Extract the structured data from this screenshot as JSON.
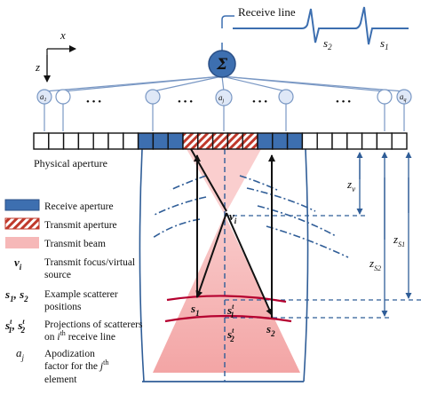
{
  "receive_line": {
    "label": "Receive line",
    "pulse1": "s",
    "pulse1_sub": "2",
    "pulse2": "s",
    "pulse2_sub": "1"
  },
  "axes": {
    "x": "x",
    "z": "z"
  },
  "summation": {
    "symbol": "Σ"
  },
  "apodization": {
    "first": "a",
    "first_sub": "1",
    "middle": "a",
    "middle_sub": "j",
    "last": "a",
    "last_sub": "q",
    "dots": "• • •"
  },
  "aperture": {
    "label": "Physical aperture"
  },
  "legend": {
    "receive": "Receive aperture",
    "transmit": "Transmit aperture",
    "beam": "Transmit beam",
    "vi_sym": "v",
    "vi_sub": "i",
    "vi_line1": "Transmit focus/virtual",
    "vi_line2": "source",
    "s_sym": "s",
    "s_sub1": "1",
    "s_sep": ", ",
    "s_sub2": "2",
    "s_line1": "Example scatterer",
    "s_line2": "positions",
    "sp_sym": "s",
    "sp_sup": "t",
    "sp_sub1": "1",
    "sp_sub2": "2",
    "sp_line1": "Projections of scatterers",
    "sp_line2_pre": "on ",
    "sp_line2_i": "i",
    "sp_line2_th": "th",
    "sp_line2_post": " receive line",
    "aj_sym": "a",
    "aj_sub": "j",
    "aj_line1": "Apodization",
    "aj_line2": "factor for the ",
    "aj_line2_j": "j",
    "aj_line2_th": "th",
    "aj_line3": "element"
  },
  "points": {
    "v": "v",
    "v_sub": "i",
    "s1": "s",
    "s1_sub": "1",
    "s2": "s",
    "s2_sub": "2",
    "s1p": "s",
    "s1p_sup": "t",
    "s1p_sub": "1",
    "s2p": "s",
    "s2p_sup": "t",
    "s2p_sub": "2"
  },
  "distances": {
    "zv": "z",
    "zv_sub": "v",
    "zs1": "z",
    "zs1_sub": "S1",
    "zs2": "z",
    "zs2_sub": "S2"
  },
  "colors": {
    "receive_blue": "#3d6fb0",
    "transmit_red": "#c0392b",
    "beam_pink": "#f6b8b8",
    "dash_blue": "#2f5d97",
    "node_fill": "#dfe8f7",
    "sum_fill": "#3d6fb0",
    "scatter_line": "#b5002f"
  }
}
